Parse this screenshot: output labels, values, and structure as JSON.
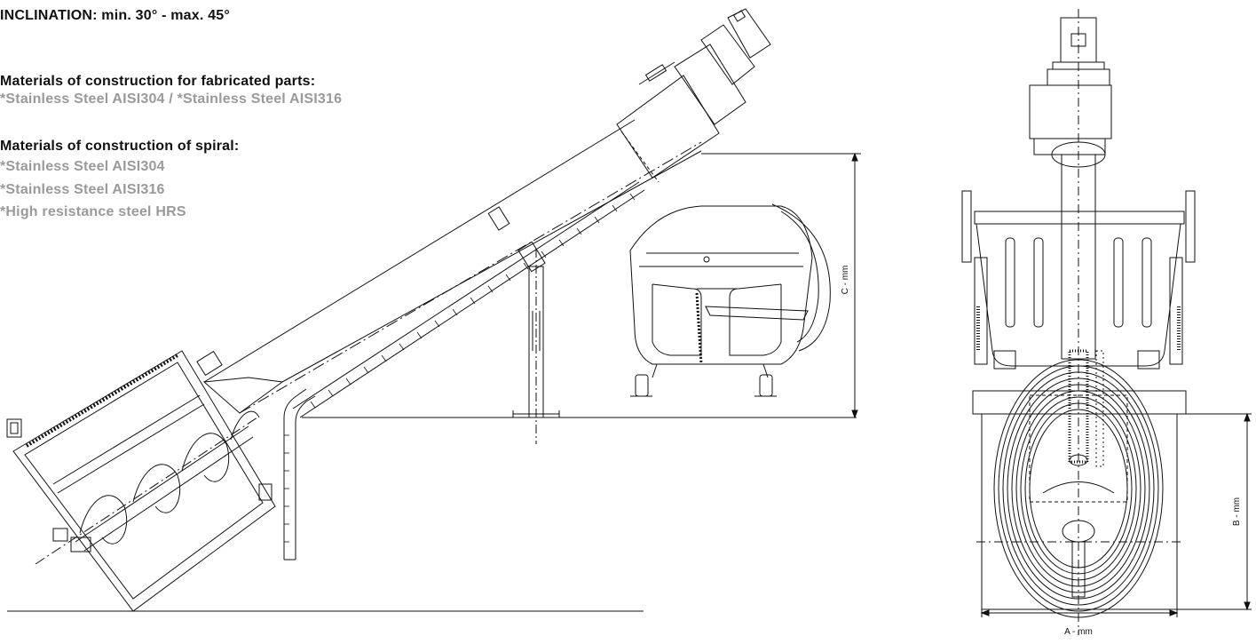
{
  "inclination": "INCLINATION: min. 30° - max. 45°",
  "fabricated_parts": {
    "heading": "Materials of construction for fabricated parts:",
    "line": "*Stainless Steel AISI304 / *Stainless Steel AISI316"
  },
  "spiral": {
    "heading": "Materials of construction of spiral:",
    "lines": [
      "*Stainless Steel AISI304",
      "*Stainless Steel AISI316",
      "*High resistance steel HRS"
    ]
  },
  "dimensions": {
    "a": "A - mm",
    "b": "B - mm",
    "c": "C - mm"
  }
}
